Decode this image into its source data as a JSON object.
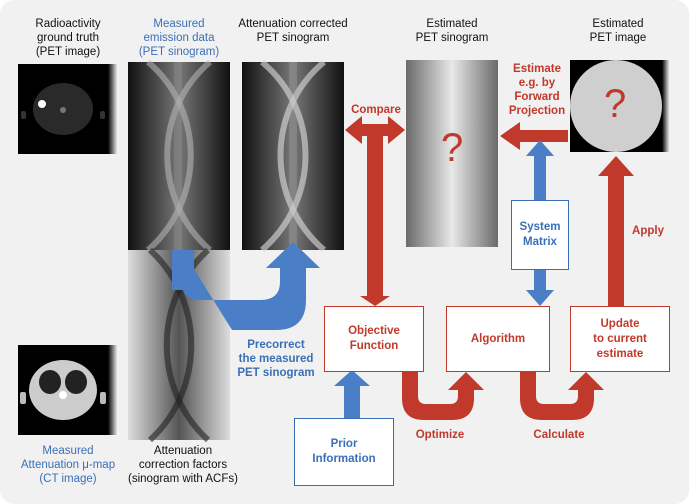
{
  "labels": {
    "ground_truth": "Radioactivity\nground truth\n(PET image)",
    "measured_emission": "Measured\nemission data\n(PET sinogram)",
    "atten_corrected": "Attenuation corrected\nPET sinogram",
    "estimated_sino": "Estimated\nPET sinogram",
    "estimated_image": "Estimated\nPET image",
    "mu_map": "Measured\nAttenuation μ-map\n(CT image)",
    "acf": "Attenuation\ncorrection factors\n(sinogram with ACFs)",
    "precorrect": "Precorrect\nthe measured\nPET sinogram",
    "compare": "Compare",
    "forward": "Estimate\ne.g. by\nForward\nProjection",
    "apply": "Apply",
    "optimize": "Optimize",
    "calculate": "Calculate",
    "question_sino": "?",
    "question_img": "?"
  },
  "boxes": {
    "system_matrix": "System\nMatrix",
    "objective": "Objective\nFunction",
    "algorithm": "Algorithm",
    "update": "Update\nto current\nestimate",
    "prior": "Prior\nInformation"
  },
  "colors": {
    "red": "#c0392b",
    "blue": "#3a6fb8"
  }
}
